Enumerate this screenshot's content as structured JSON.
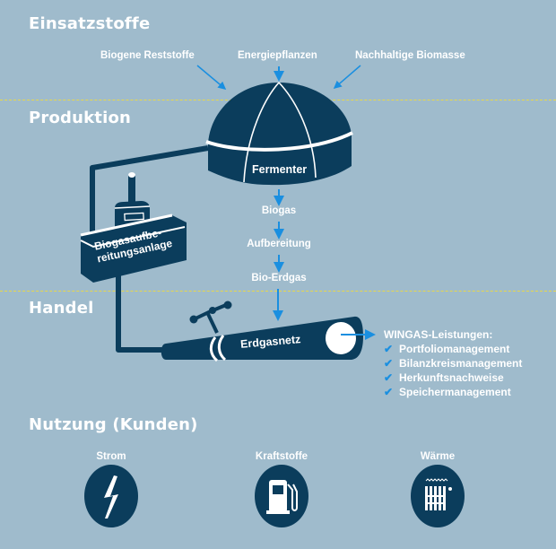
{
  "sections": {
    "inputs": "Einsatzstoffe",
    "production": "Produktion",
    "trade": "Handel",
    "usage": "Nutzung (Kunden)"
  },
  "inputs": {
    "left": "Biogene Reststoffe",
    "center": "Energiepflanzen",
    "right": "Nachhaltige Biomasse"
  },
  "fermenter": {
    "label": "Fermenter"
  },
  "plant": {
    "line1": "Biogasaufbe-",
    "line2": "reitungsanlage"
  },
  "flow": [
    "Biogas",
    "Aufbereitung",
    "Bio-Erdgas"
  ],
  "pipeline": {
    "label": "Erdgasnetz"
  },
  "services": {
    "title": "WINGAS-Leistungen:",
    "items": [
      "Portfoliomanagement",
      "Bilanzkreismanagement",
      "Herkunftsnachweise",
      "Speichermanagement"
    ]
  },
  "usage": [
    {
      "label": "Strom",
      "icon": "lightning-icon"
    },
    {
      "label": "Kraftstoffe",
      "icon": "fuel-pump-icon"
    },
    {
      "label": "Wärme",
      "icon": "radiator-icon"
    }
  ],
  "colors": {
    "background": "#9fbbcc",
    "navy": "#0b3d5c",
    "arrow": "#1a8fe0",
    "divider": "#e8d84a"
  }
}
